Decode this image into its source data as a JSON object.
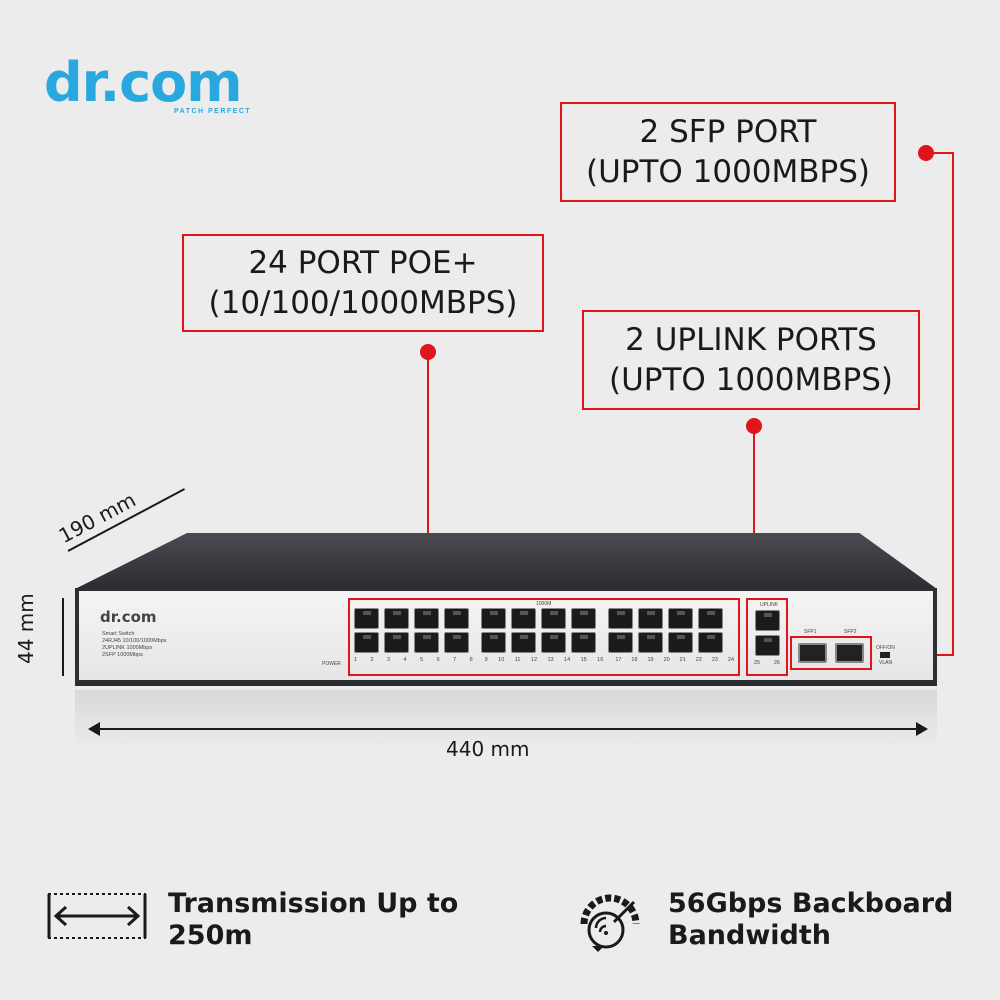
{
  "brand": {
    "name": "dr.com",
    "tagline": "PATCH PERFECT",
    "color": "#29a8e0"
  },
  "callouts": {
    "sfp": {
      "line1": "2 SFP PORT",
      "line2": "(UPTO 1000MBPS)"
    },
    "poe": {
      "line1": "24 PORT POE+",
      "line2": "(10/100/1000MBPS)"
    },
    "uplink": {
      "line1": "2 UPLINK PORTS",
      "line2": "(UPTO 1000MBPS)"
    },
    "accent_color": "#e0141b"
  },
  "switch_panel": {
    "logo": "dr.com",
    "spec_lines": [
      "Smart Switch",
      "24RJ45 10/100/1000Mbps",
      "2UPLINK 1000Mbps",
      "2SFP 1000Mbps"
    ],
    "power_label": "POWER",
    "group_label": "1000M",
    "uplink_label": "UPLINK",
    "sfp_labels": [
      "SFP1",
      "SFP2"
    ],
    "switch_labels": [
      "OFF/ON",
      "VLAN"
    ],
    "port_numbers_a": [
      "1",
      "2",
      "3",
      "4",
      "5",
      "6",
      "7",
      "8"
    ],
    "port_numbers_b": [
      "9",
      "10",
      "11",
      "12",
      "13",
      "14",
      "15",
      "16"
    ],
    "port_numbers_c": [
      "17",
      "18",
      "19",
      "20",
      "21",
      "22",
      "23",
      "24"
    ],
    "uplink_numbers": [
      "25",
      "26"
    ]
  },
  "dimensions": {
    "depth": "190 mm",
    "height": "44 mm",
    "width": "440 mm"
  },
  "features": [
    {
      "line1": "Transmission Up to",
      "line2": "250m",
      "icon": "distance-arrow-icon"
    },
    {
      "line1": "56Gbps Backboard",
      "line2": "Bandwidth",
      "icon": "speedometer-icon"
    }
  ]
}
